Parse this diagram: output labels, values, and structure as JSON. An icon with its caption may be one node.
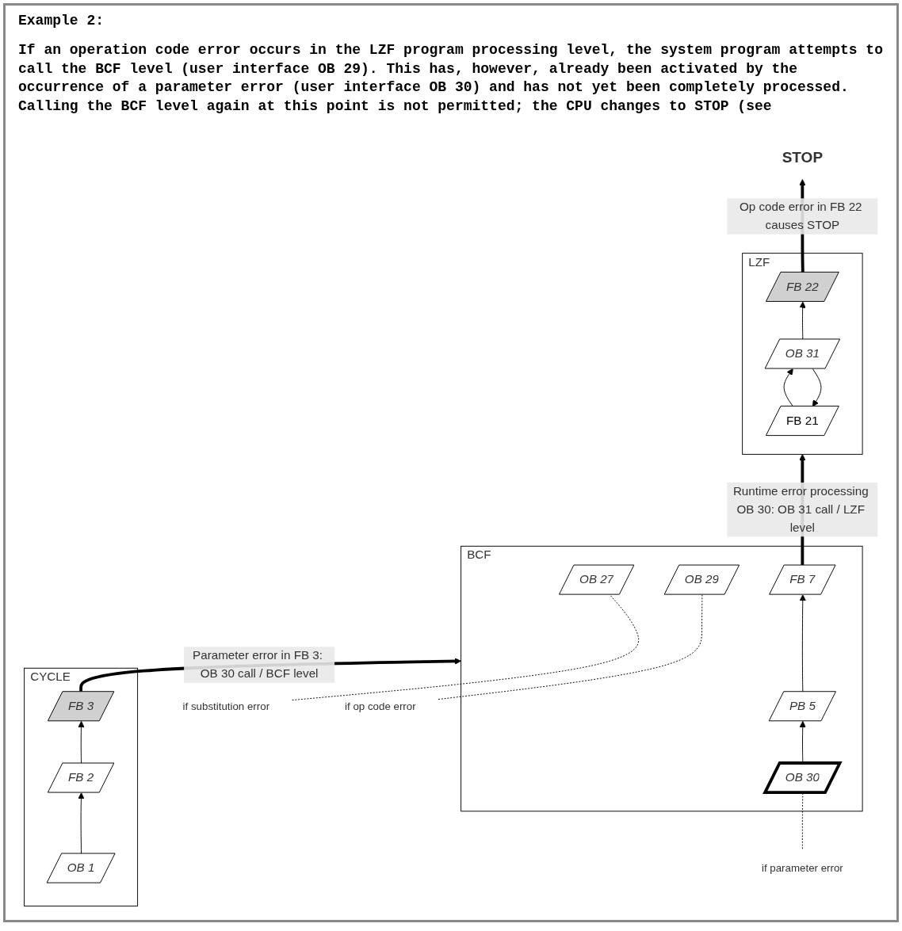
{
  "diagram": {
    "title": "Example 2:",
    "nodes": [
      {
        "text": [
          "STOP"
        ]
      },
      {
        "text": [
          "LZF"
        ]
      },
      {
        "text": [
          "FB 21"
        ],
        "in": 1
      },
      {
        "text": [
          "OB 31"
        ],
        "in": 1
      },
      {
        "text": [
          "FB 22"
        ],
        "in": 1
      },
      {
        "text": [
          "BCF"
        ]
      },
      {
        "text": [
          "OB 27"
        ],
        "in": 5
      },
      {
        "text": [
          "OB 29"
        ],
        "in": 5
      },
      {
        "text": [
          "OB 30"
        ],
        "in": 5
      },
      {
        "text": [
          "PB 5"
        ],
        "in": 5
      },
      {
        "text": [
          "FB 7"
        ],
        "in": 5
      },
      {
        "text": [
          "if substitution error"
        ]
      },
      {
        "text": [
          "if op code error"
        ]
      },
      {
        "text": [
          "if parameter error"
        ]
      },
      {
        "text": [
          "CYCLE"
        ]
      },
      {
        "text": [
          "OB 1"
        ],
        "in": 14
      },
      {
        "text": [
          "FB 2"
        ],
        "in": 14
      },
      {
        "text": [
          "FB 3"
        ],
        "in": 14
      }
    ],
    "edges": [
      {
        "from": 3,
        "to": 2,
        "arrow": "to"
      },
      {
        "from": 2,
        "to": 3,
        "arrow": "to"
      },
      {
        "from": 3,
        "to": 4,
        "arrow": "to"
      },
      {
        "from": 4,
        "to": 0,
        "arrow": "to",
        "label": "Op code error in FB 22 causes STOP",
        "style": "thick"
      },
      {
        "from": 10,
        "to": 1,
        "arrow": "to",
        "label": "Runtime error processing OB 30: OB 31 call / LZF level",
        "style": "thick"
      },
      {
        "from": 8,
        "to": 9,
        "arrow": "to"
      },
      {
        "from": 9,
        "to": 10,
        "arrow": "to"
      },
      {
        "from": 17,
        "to": 5,
        "arrow": "to",
        "label": "Parameter error in FB 3: OB 30 call / BCF level",
        "style": "thick"
      },
      {
        "from": 15,
        "to": 16,
        "arrow": "to"
      },
      {
        "from": 16,
        "to": 17,
        "arrow": "to"
      },
      {
        "from": 11,
        "to": 6,
        "arrow": "none",
        "style": "dashed"
      },
      {
        "from": 12,
        "to": 7,
        "arrow": "none",
        "style": "dashed"
      },
      {
        "from": 13,
        "to": 8,
        "arrow": "none",
        "style": "dashed"
      }
    ],
    "labels": [
      "If an operation code error occurs in the LZF program processing level, the system program attempts to call the BCF level (user interface OB 29). This has, however, already been activated by the occurrence of a parameter error (user interface OB 30) and has not yet been completely processed. Calling the BCF level again at this point is not permitted; the CPU changes to STOP (see"
    ]
  }
}
